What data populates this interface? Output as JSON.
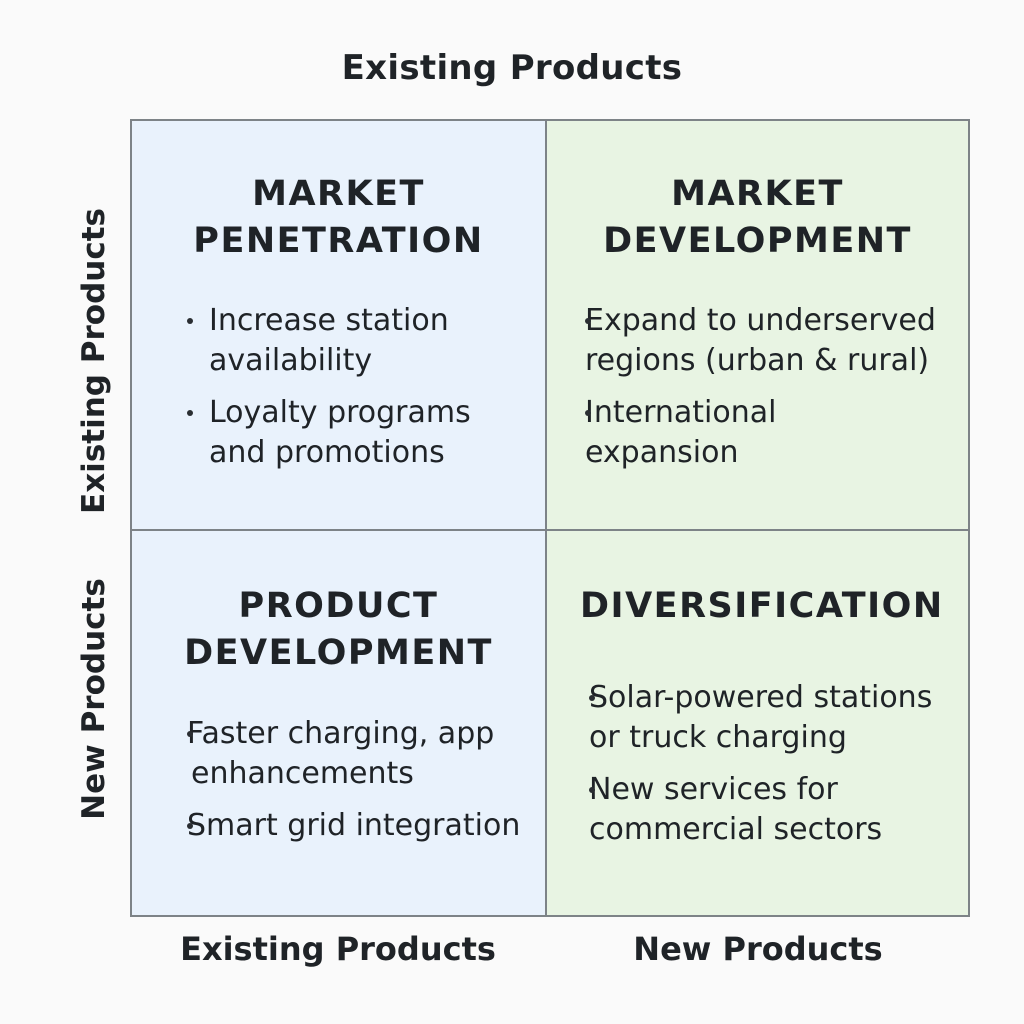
{
  "top_axis_label": "Existing Products",
  "left_axis_labels": {
    "top": "Existing Products",
    "bottom": "New Products"
  },
  "bottom_axis_labels": {
    "left": "Existing Products",
    "right": "New Products"
  },
  "quadrants": {
    "top_left": {
      "heading": [
        "MARKET",
        "PENETRATION"
      ],
      "bullets": [
        [
          "Increase station",
          "availability"
        ],
        [
          "Loyalty programs",
          "and promotions"
        ]
      ]
    },
    "top_right": {
      "heading": [
        "MARKET",
        "DEVELOPMENT"
      ],
      "bullets": [
        [
          "Expand to underserved",
          "regions (urban & rural)"
        ],
        [
          "International",
          "expansion"
        ]
      ]
    },
    "bottom_left": {
      "heading": [
        "PRODUCT",
        "DEVELOPMENT"
      ],
      "bullets": [
        [
          "Faster charging, app",
          "enhancements"
        ],
        [
          "Smart grid integration"
        ]
      ]
    },
    "bottom_right": {
      "heading": [
        "DIVERSIFICATION"
      ],
      "bullets": [
        [
          "Solar-powered stations",
          "or truck charging"
        ],
        [
          "New services for",
          "commercial sectors"
        ]
      ]
    }
  },
  "colors": {
    "existing_market_fill": "#e9f2fc",
    "new_market_fill": "#e8f4e3",
    "border": "#7d8387",
    "text": "#1f2327"
  }
}
